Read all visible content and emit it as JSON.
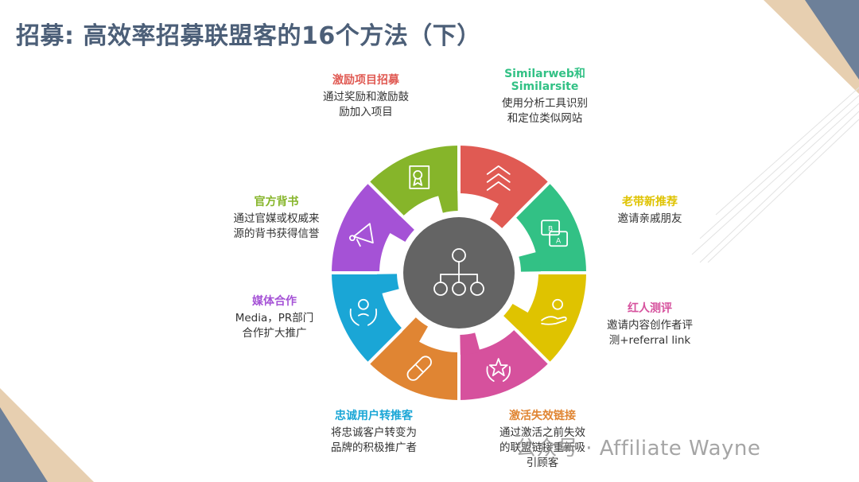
{
  "title": "招募: 高效率招募联盟客的16个方法（下）",
  "center_icon": "hierarchy-icon",
  "segments": [
    {
      "key": "incentive",
      "title": "激励项目招募",
      "desc": "通过奖励和激励鼓\n励加入项目",
      "color": "#e05a53",
      "icon": "layers-icon"
    },
    {
      "key": "similarweb",
      "title": "Similarweb和\nSimilarsite",
      "desc": "使用分析工具识别\n和定位类似网站",
      "color": "#32c185",
      "icon": "compare-ab-icon"
    },
    {
      "key": "referral",
      "title": "老带新推荐",
      "desc": "邀请亲戚朋友",
      "color": "#dfc300",
      "icon": "hand-user-icon"
    },
    {
      "key": "influencer",
      "title": "红人测评",
      "desc": "邀请内容创作者评\n测+referral link",
      "color": "#d6519d",
      "icon": "star-laurel-icon"
    },
    {
      "key": "reactivate",
      "title": "激活失效链接",
      "desc": "通过激活之前失效\n的联盟链接重新吸\n引顾客",
      "color": "#e08533",
      "icon": "pill-link-icon"
    },
    {
      "key": "loyal",
      "title": "忠诚用户转推客",
      "desc": "将忠诚客户转变为\n品牌的积极推广者",
      "color": "#1aa6d6",
      "icon": "hands-person-icon"
    },
    {
      "key": "media",
      "title": "媒体合作",
      "desc": "Media，PR部门\n合作扩大推广",
      "color": "#a552d6",
      "icon": "megaphone-icon"
    },
    {
      "key": "endorse",
      "title": "官方背书",
      "desc": "通过官媒或权威来\n源的背书获得信誉",
      "color": "#86b52a",
      "icon": "certificate-scroll-icon"
    }
  ],
  "watermark": "公众号 · Affiliate Wayne"
}
